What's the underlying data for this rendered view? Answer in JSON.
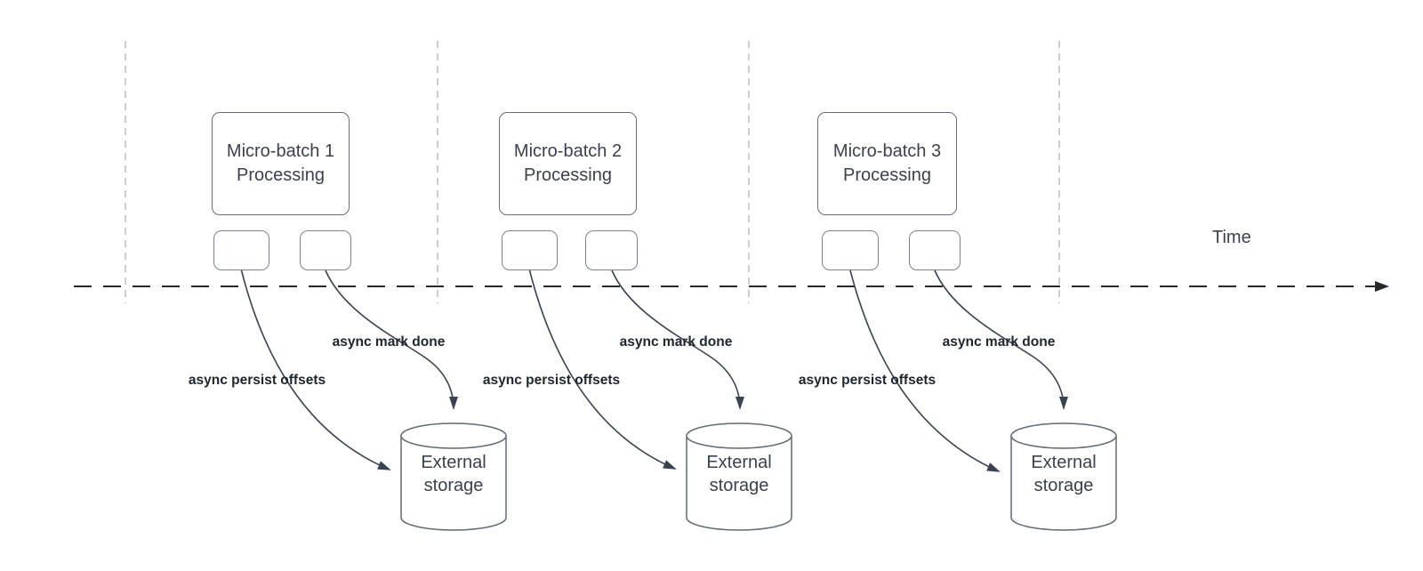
{
  "timeline": {
    "label": "Time"
  },
  "batches": [
    {
      "box_line1": "Micro-batch 1",
      "box_line2": "Processing",
      "persist_label": "async persist offsets",
      "mark_done_label": "async mark done",
      "storage_line1": "External",
      "storage_line2": "storage"
    },
    {
      "box_line1": "Micro-batch 2",
      "box_line2": "Processing",
      "persist_label": "async persist offsets",
      "mark_done_label": "async mark done",
      "storage_line1": "External",
      "storage_line2": "storage"
    },
    {
      "box_line1": "Micro-batch 3",
      "box_line2": "Processing",
      "persist_label": "async persist offsets",
      "mark_done_label": "async mark done",
      "storage_line1": "External",
      "storage_line2": "storage"
    }
  ],
  "colors": {
    "background": "#ffffff",
    "shape_stroke": "#676e78",
    "task_stroke": "#7c838d",
    "curve_stroke": "#3c4350",
    "timeline_stroke": "#26282b",
    "gridline_stroke": "#b9bdc2",
    "box_text": "#3b414c",
    "label_text": "#20262e"
  }
}
